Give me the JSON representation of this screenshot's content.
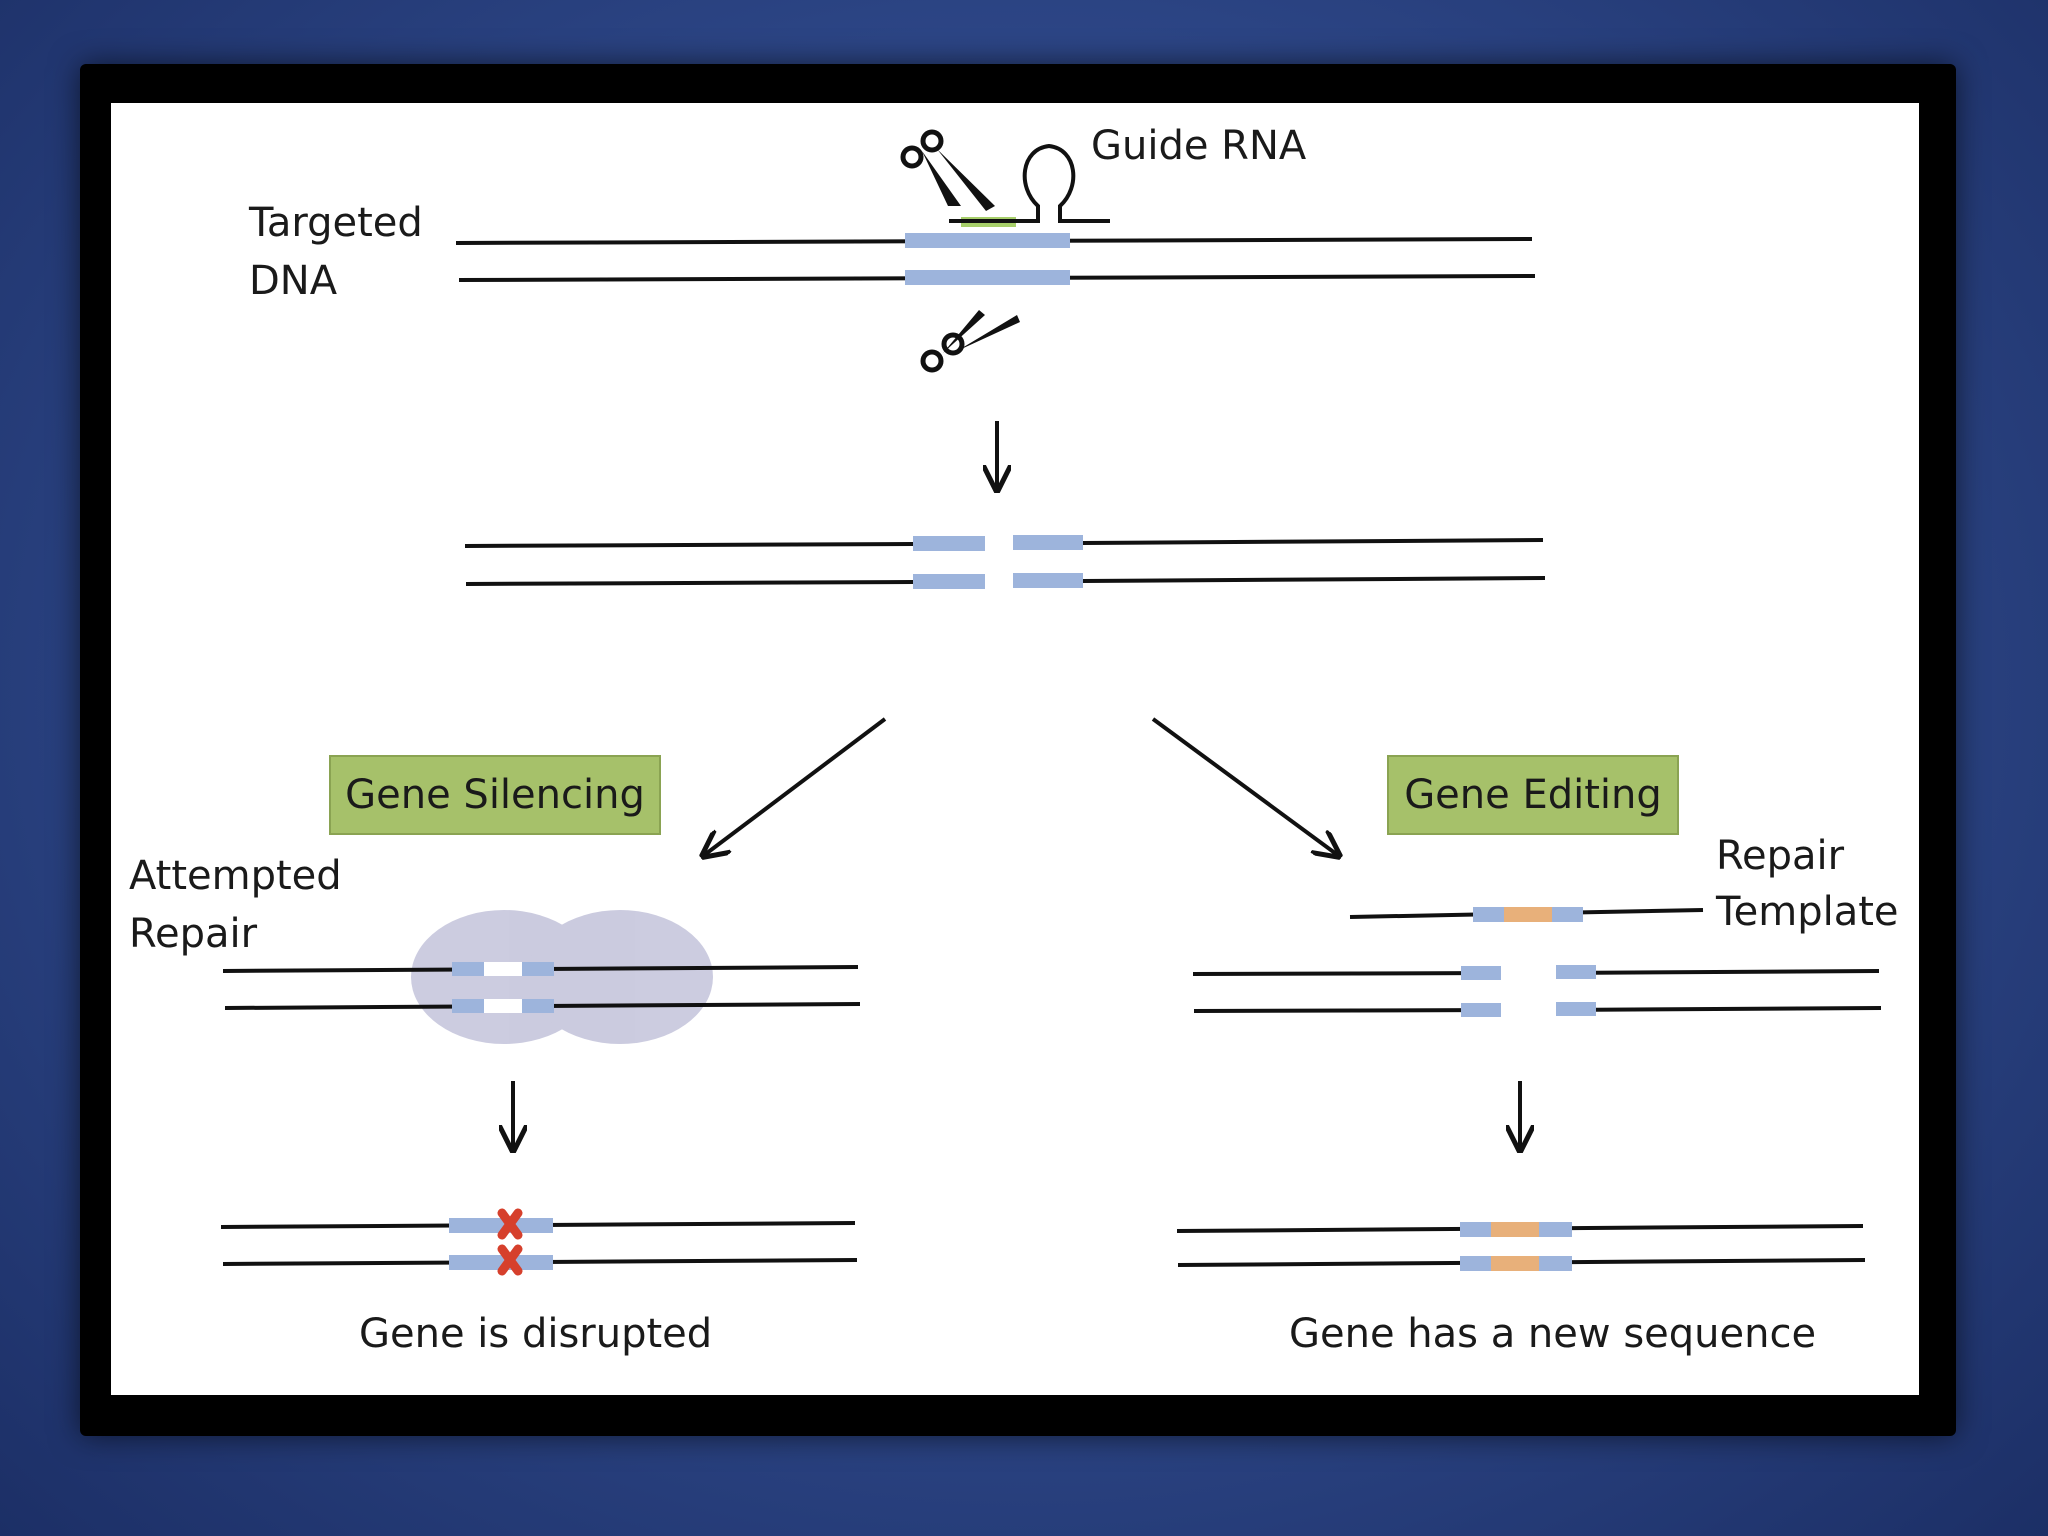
{
  "labels": {
    "guide_rna": "Guide RNA",
    "targeted_line1": "Targeted",
    "targeted_line2": "DNA",
    "gene_silencing": "Gene Silencing",
    "gene_editing": "Gene Editing",
    "attempted_line1": "Attempted",
    "attempted_line2": "Repair",
    "repair_line1": "Repair",
    "repair_line2": "Template",
    "disrupted": "Gene is disrupted",
    "new_sequence": "Gene has a new sequence"
  },
  "colors": {
    "segment_blue": "#9db4dc",
    "guide_green": "#a7cf6a",
    "new_sequence_orange": "#e8b07a",
    "disruption_red": "#d6402c",
    "repair_complex": "#c9c9de",
    "box_green": "#a6c16a",
    "background_blue": "#2c4585"
  }
}
